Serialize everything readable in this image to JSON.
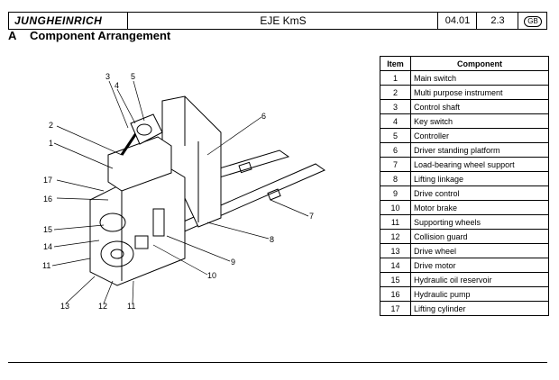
{
  "header": {
    "brand": "JUNGHEINRICH",
    "model": "EJE KmS",
    "date": "04.01",
    "page": "2.3",
    "lang": "GB"
  },
  "section": {
    "letter": "A",
    "title": "Component Arrangement"
  },
  "table": {
    "col_item": "Item",
    "col_component": "Component",
    "rows": [
      {
        "item": "1",
        "component": "Main switch"
      },
      {
        "item": "2",
        "component": "Multi purpose instrument"
      },
      {
        "item": "3",
        "component": "Control shaft"
      },
      {
        "item": "4",
        "component": "Key switch"
      },
      {
        "item": "5",
        "component": "Controller"
      },
      {
        "item": "6",
        "component": "Driver standing platform"
      },
      {
        "item": "7",
        "component": "Load-bearing wheel support"
      },
      {
        "item": "8",
        "component": "Lifting linkage"
      },
      {
        "item": "9",
        "component": "Drive control"
      },
      {
        "item": "10",
        "component": "Motor brake"
      },
      {
        "item": "11",
        "component": "Supporting wheels"
      },
      {
        "item": "12",
        "component": "Collision guard"
      },
      {
        "item": "13",
        "component": "Drive wheel"
      },
      {
        "item": "14",
        "component": "Drive motor"
      },
      {
        "item": "15",
        "component": "Hydraulic oil reservoir"
      },
      {
        "item": "16",
        "component": "Hydraulic pump"
      },
      {
        "item": "17",
        "component": "Lifting cylinder"
      }
    ]
  },
  "callouts": {
    "c1": "1",
    "c2": "2",
    "c3": "3",
    "c4": "4",
    "c5": "5",
    "c6": "6",
    "c7": "7",
    "c8": "8",
    "c9": "9",
    "c10": "10",
    "c11a": "11",
    "c11b": "11",
    "c12": "12",
    "c13": "13",
    "c14": "14",
    "c15": "15",
    "c16": "16",
    "c17": "17"
  }
}
